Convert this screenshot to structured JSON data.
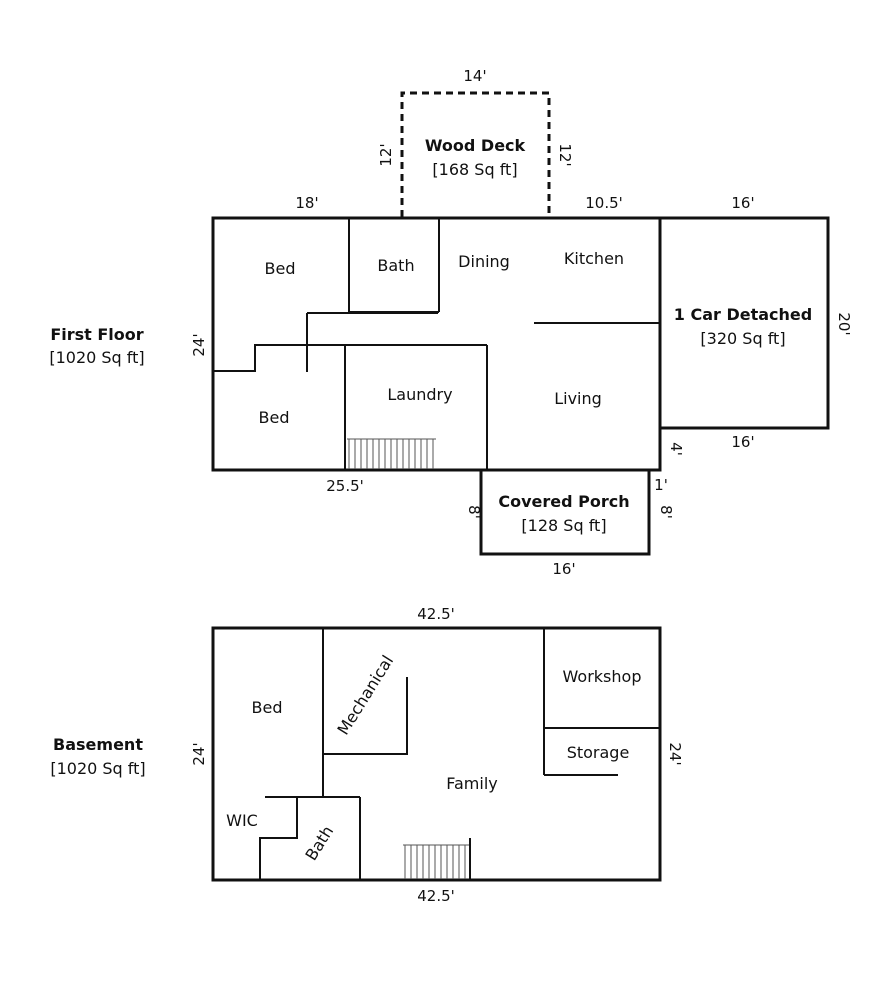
{
  "first_floor": {
    "title": "First Floor",
    "area": "[1020 Sq ft]",
    "rooms": {
      "bed_top": "Bed",
      "bath": "Bath",
      "dining": "Dining",
      "kitchen": "Kitchen",
      "bed_bottom": "Bed",
      "laundry": "Laundry",
      "living": "Living"
    },
    "dimensions": {
      "top_left": "18'",
      "top_right": "10.5'",
      "left": "24'",
      "bottom": "25.5'"
    }
  },
  "wood_deck": {
    "title": "Wood Deck",
    "area": "[168 Sq ft]",
    "dim_top": "14'",
    "dim_left": "12'",
    "dim_right": "12'"
  },
  "garage": {
    "title": "1 Car Detached",
    "area": "[320 Sq ft]",
    "dim_top": "16'",
    "dim_right": "20'",
    "dim_bottom": "16'",
    "dim_gap": "4'"
  },
  "covered_porch": {
    "title": "Covered Porch",
    "area": "[128 Sq ft]",
    "dim_left": "8'",
    "dim_right": "8'",
    "dim_offset": "1'",
    "dim_bottom": "16'"
  },
  "basement": {
    "title": "Basement",
    "area": "[1020 Sq ft]",
    "rooms": {
      "bed": "Bed",
      "mechanical": "Mechanical",
      "workshop": "Workshop",
      "storage": "Storage",
      "family": "Family",
      "wic": "WIC",
      "bath": "Bath"
    },
    "dimensions": {
      "top": "42.5'",
      "bottom": "42.5'",
      "left": "24'",
      "right": "24'"
    }
  }
}
